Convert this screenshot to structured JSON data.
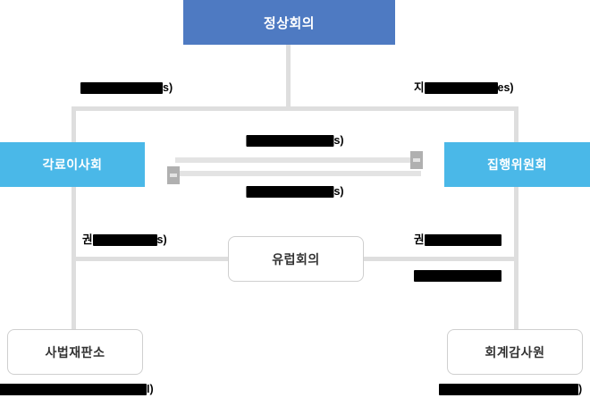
{
  "diagram": {
    "title_visible": false,
    "colors": {
      "summit_box": "#4e7ac2",
      "council_box": "#4ab8e8",
      "outline_box_border": "#cfcfcf",
      "connector_line": "#dedede",
      "arrow_track": "#e3e3e3",
      "arrow_head": "#b0b0b0",
      "redaction": "#000000",
      "box_text_light": "#ffffff",
      "box_text_dark": "#333333"
    },
    "nodes": [
      {
        "id": "summit",
        "label": "정상회의",
        "style": "summit"
      },
      {
        "id": "council",
        "label": "각료이사회",
        "style": "council"
      },
      {
        "id": "commission",
        "label": "집행위원회",
        "style": "council"
      },
      {
        "id": "euro-parliament",
        "label": "유럽회의",
        "style": "outline"
      },
      {
        "id": "court-justice",
        "label": "사법재판소",
        "style": "outline"
      },
      {
        "id": "court-auditors",
        "label": "회계감사원",
        "style": "outline"
      }
    ],
    "edge_labels": [
      {
        "id": "label-top-left",
        "prefix": "",
        "suffix": "s)",
        "redacted_width": 92
      },
      {
        "id": "label-top-right",
        "prefix": "지",
        "suffix": "es)",
        "redacted_width": 82
      },
      {
        "id": "label-mid-upper",
        "prefix": "",
        "suffix": "s)",
        "redacted_width": 98
      },
      {
        "id": "label-mid-lower",
        "prefix": "",
        "suffix": "s)",
        "redacted_width": 98
      },
      {
        "id": "label-left-power",
        "prefix": "권",
        "suffix": "s)",
        "redacted_width": 72
      },
      {
        "id": "label-right-power",
        "prefix": "권",
        "suffix": "",
        "redacted_width": 86
      },
      {
        "id": "label-right-second",
        "prefix": "",
        "suffix": "",
        "redacted_width": 98
      },
      {
        "id": "label-bottom-left",
        "prefix": "",
        "suffix": "I)",
        "redacted_width": 166
      },
      {
        "id": "label-bottom-right",
        "prefix": "",
        "suffix": ")",
        "redacted_width": 156
      }
    ]
  }
}
